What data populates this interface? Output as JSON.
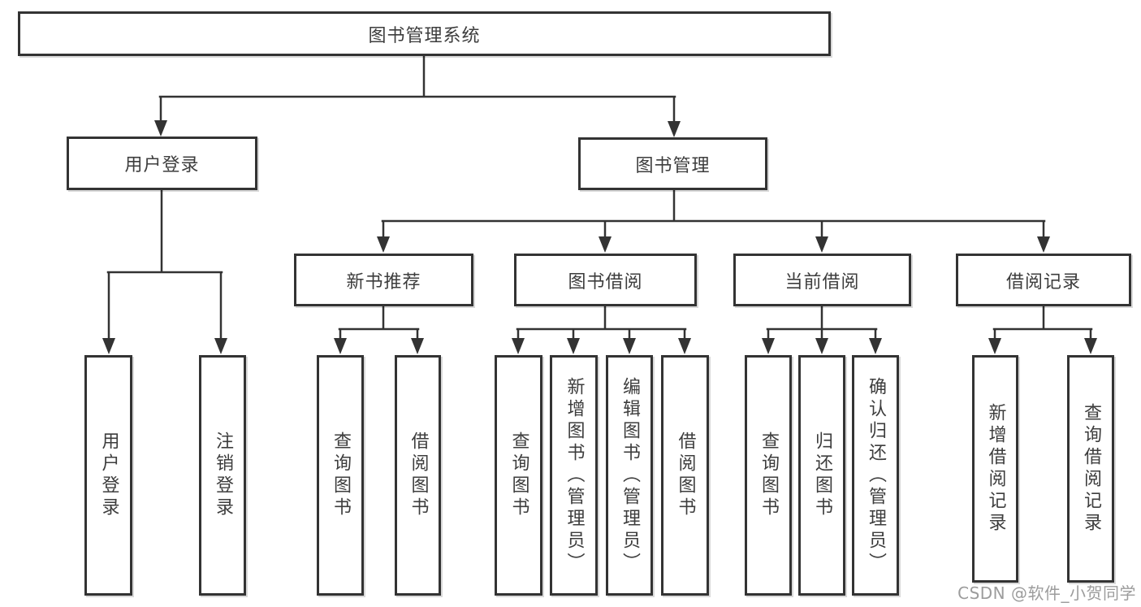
{
  "diagram": {
    "root": {
      "label": "图书管理系统"
    },
    "level2": [
      {
        "label": "用户登录",
        "children": [
          {
            "label": "用户登录"
          },
          {
            "label": "注销登录"
          }
        ]
      },
      {
        "label": "图书管理",
        "children": [
          {
            "label": "新书推荐",
            "children": [
              {
                "label": "查询图书"
              },
              {
                "label": "借阅图书"
              }
            ]
          },
          {
            "label": "图书借阅",
            "children": [
              {
                "label": "查询图书"
              },
              {
                "label": "新增图书（管理员）"
              },
              {
                "label": "编辑图书（管理员）"
              },
              {
                "label": "借阅图书"
              }
            ]
          },
          {
            "label": "当前借阅",
            "children": [
              {
                "label": "查询图书"
              },
              {
                "label": "归还图书"
              },
              {
                "label": "确认归还（管理员）"
              }
            ]
          },
          {
            "label": "借阅记录",
            "children": [
              {
                "label": "新增借阅记录"
              },
              {
                "label": "查询借阅记录"
              }
            ]
          }
        ]
      }
    ]
  },
  "watermark": {
    "text": "CSDN @软件_小贺同学"
  },
  "colors": {
    "line": "#333333",
    "border": "#333333",
    "fill": "#ffffff",
    "text": "#3d3d3d",
    "watermark": "#9c9c9c"
  }
}
